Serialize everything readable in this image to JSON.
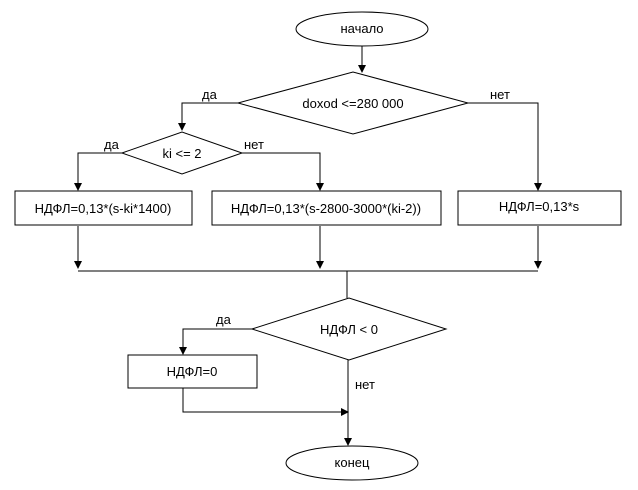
{
  "nodes": {
    "start": "начало",
    "cond_income": "doxod <=280 000",
    "cond_ki": "ki <= 2",
    "calc_ki": "НДФЛ=0,13*(s-ki*1400)",
    "calc_ki_else": "НДФЛ=0,13*(s-2800-3000*(ki-2))",
    "calc_flat": "НДФЛ=0,13*s",
    "cond_negative": "НДФЛ < 0",
    "set_zero": "НДФЛ=0",
    "end": "конец"
  },
  "labels": {
    "income_yes": "да",
    "income_no": "нет",
    "ki_yes": "да",
    "ki_no": "нет",
    "negative_yes": "да",
    "negative_no": "нет"
  }
}
